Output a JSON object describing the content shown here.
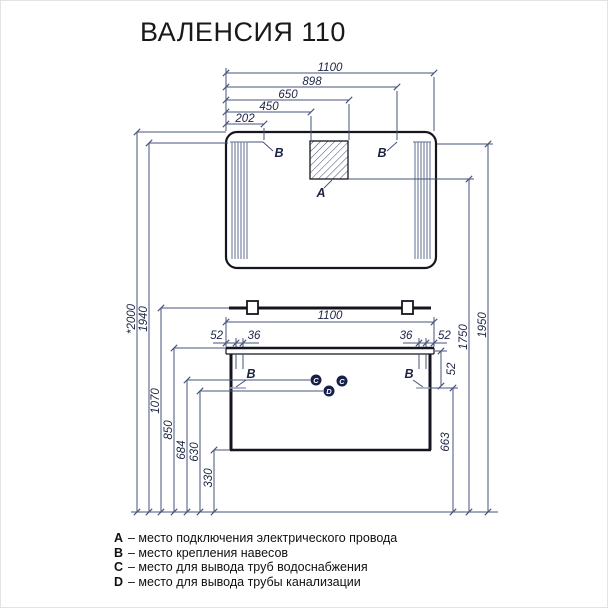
{
  "title": "ВАЛЕНСИЯ 110",
  "accent_colors": {
    "line": "#46537a",
    "object": "#15151f",
    "marker_circle": "#16204a"
  },
  "mirror": {
    "width_dims": [
      "1100",
      "898",
      "650",
      "450",
      "202"
    ],
    "marker_a": "A",
    "marker_b_left": "B",
    "marker_b_right": "B"
  },
  "heights": {
    "overall_approx": "*2000",
    "mirror_top_left": "1940",
    "rail": "1070",
    "cabinet_top": "850",
    "water_level": "684",
    "drain_level": "630",
    "cabinet_bottom": "330",
    "mirror_top_right": "1950",
    "junction_bottom": "1750",
    "apron": "52",
    "bracket_level": "663"
  },
  "cabinet": {
    "width_dim": "1100",
    "left_offsets": [
      "52",
      "36"
    ],
    "right_offsets": [
      "36",
      "52"
    ],
    "marker_b_left": "B",
    "marker_b_right": "B",
    "marker_c1": "C",
    "marker_c2": "C",
    "marker_d": "D"
  },
  "legend": [
    {
      "key": "A",
      "text": "– место подключения электрического провода"
    },
    {
      "key": "B",
      "text": "– место крепления навесов"
    },
    {
      "key": "C",
      "text": "– место для вывода труб водоснабжения"
    },
    {
      "key": "D",
      "text": "– место для вывода трубы канализации"
    }
  ]
}
